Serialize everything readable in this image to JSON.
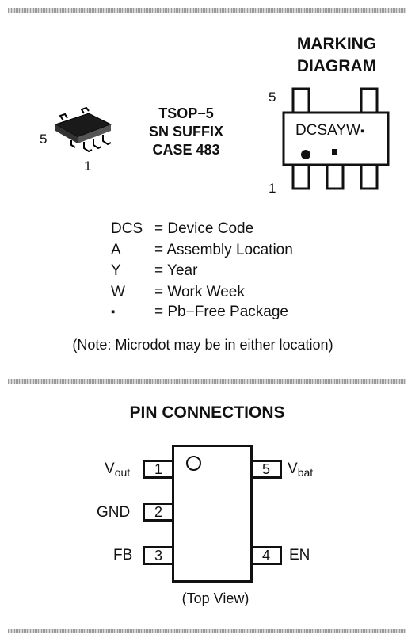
{
  "package": {
    "title_lines": [
      "TSOP−5",
      "SN SUFFIX",
      "CASE 483"
    ],
    "pin5_label": "5",
    "pin1_label": "1"
  },
  "marking": {
    "title_lines": [
      "MARKING",
      "DIAGRAM"
    ],
    "pin5_label": "5",
    "pin1_label": "1",
    "code_text": "DCSAYW",
    "pbfree_glyph": "▪"
  },
  "legend": [
    {
      "code": "DCS",
      "desc": "= Device Code"
    },
    {
      "code": "A",
      "desc": "= Assembly Location"
    },
    {
      "code": "Y",
      "desc": "= Year"
    },
    {
      "code": "W",
      "desc": "= Work Week"
    },
    {
      "code": "▪",
      "desc": "= Pb−Free Package"
    }
  ],
  "note": "(Note: Microdot may be in either location)",
  "pin_connections": {
    "title": "PIN CONNECTIONS",
    "pins": [
      {
        "number": "1",
        "name": "V",
        "sub": "out"
      },
      {
        "number": "2",
        "name": "GND",
        "sub": ""
      },
      {
        "number": "3",
        "name": "FB",
        "sub": ""
      },
      {
        "number": "4",
        "name": "EN",
        "sub": ""
      },
      {
        "number": "5",
        "name": "V",
        "sub": "bat"
      }
    ],
    "view_label": "(Top View)"
  }
}
